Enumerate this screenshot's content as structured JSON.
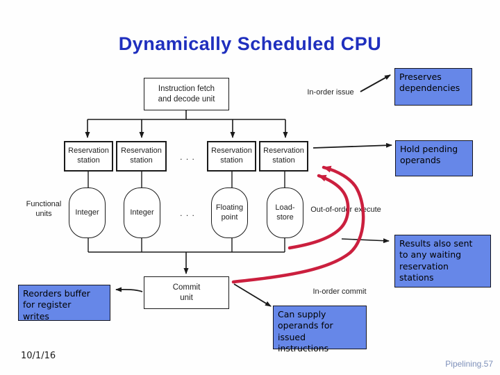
{
  "slide": {
    "title": "Dynamically Scheduled CPU",
    "footer": {
      "date": "10/1/16",
      "page": "Pipelining.57"
    }
  },
  "diagram": {
    "fetch_unit": "Instruction fetch\nand decode unit",
    "reservation_stations": [
      "Reservation\nstation",
      "Reservation\nstation",
      "Reservation\nstation",
      "Reservation\nstation"
    ],
    "ellipsis": ". . .",
    "functional_units_label": "Functional\nunits",
    "functional_units": [
      "Integer",
      "Integer",
      "Floating\npoint",
      "Load-\nstore"
    ],
    "commit_unit": "Commit\nunit",
    "labels": {
      "in_order_issue": "In-order issue",
      "out_of_order_execute": "Out-of-order execute",
      "in_order_commit": "In-order commit"
    }
  },
  "callouts": {
    "preserves": "Preserves\ndependencies",
    "hold": "Hold pending\noperands",
    "results": "Results also sent\nto any waiting\nreservation\nstations",
    "reorders": "Reorders buffer\nfor register\nwrites",
    "can_supply": "Can supply\noperands for\nissued\ninstructions"
  },
  "colors": {
    "title": "#1f2fbe",
    "callout_bg": "#6687e8",
    "red_arrow": "#cb1f3e",
    "diagram_line": "#1a1a1a",
    "page_number": "#7e90ba"
  }
}
